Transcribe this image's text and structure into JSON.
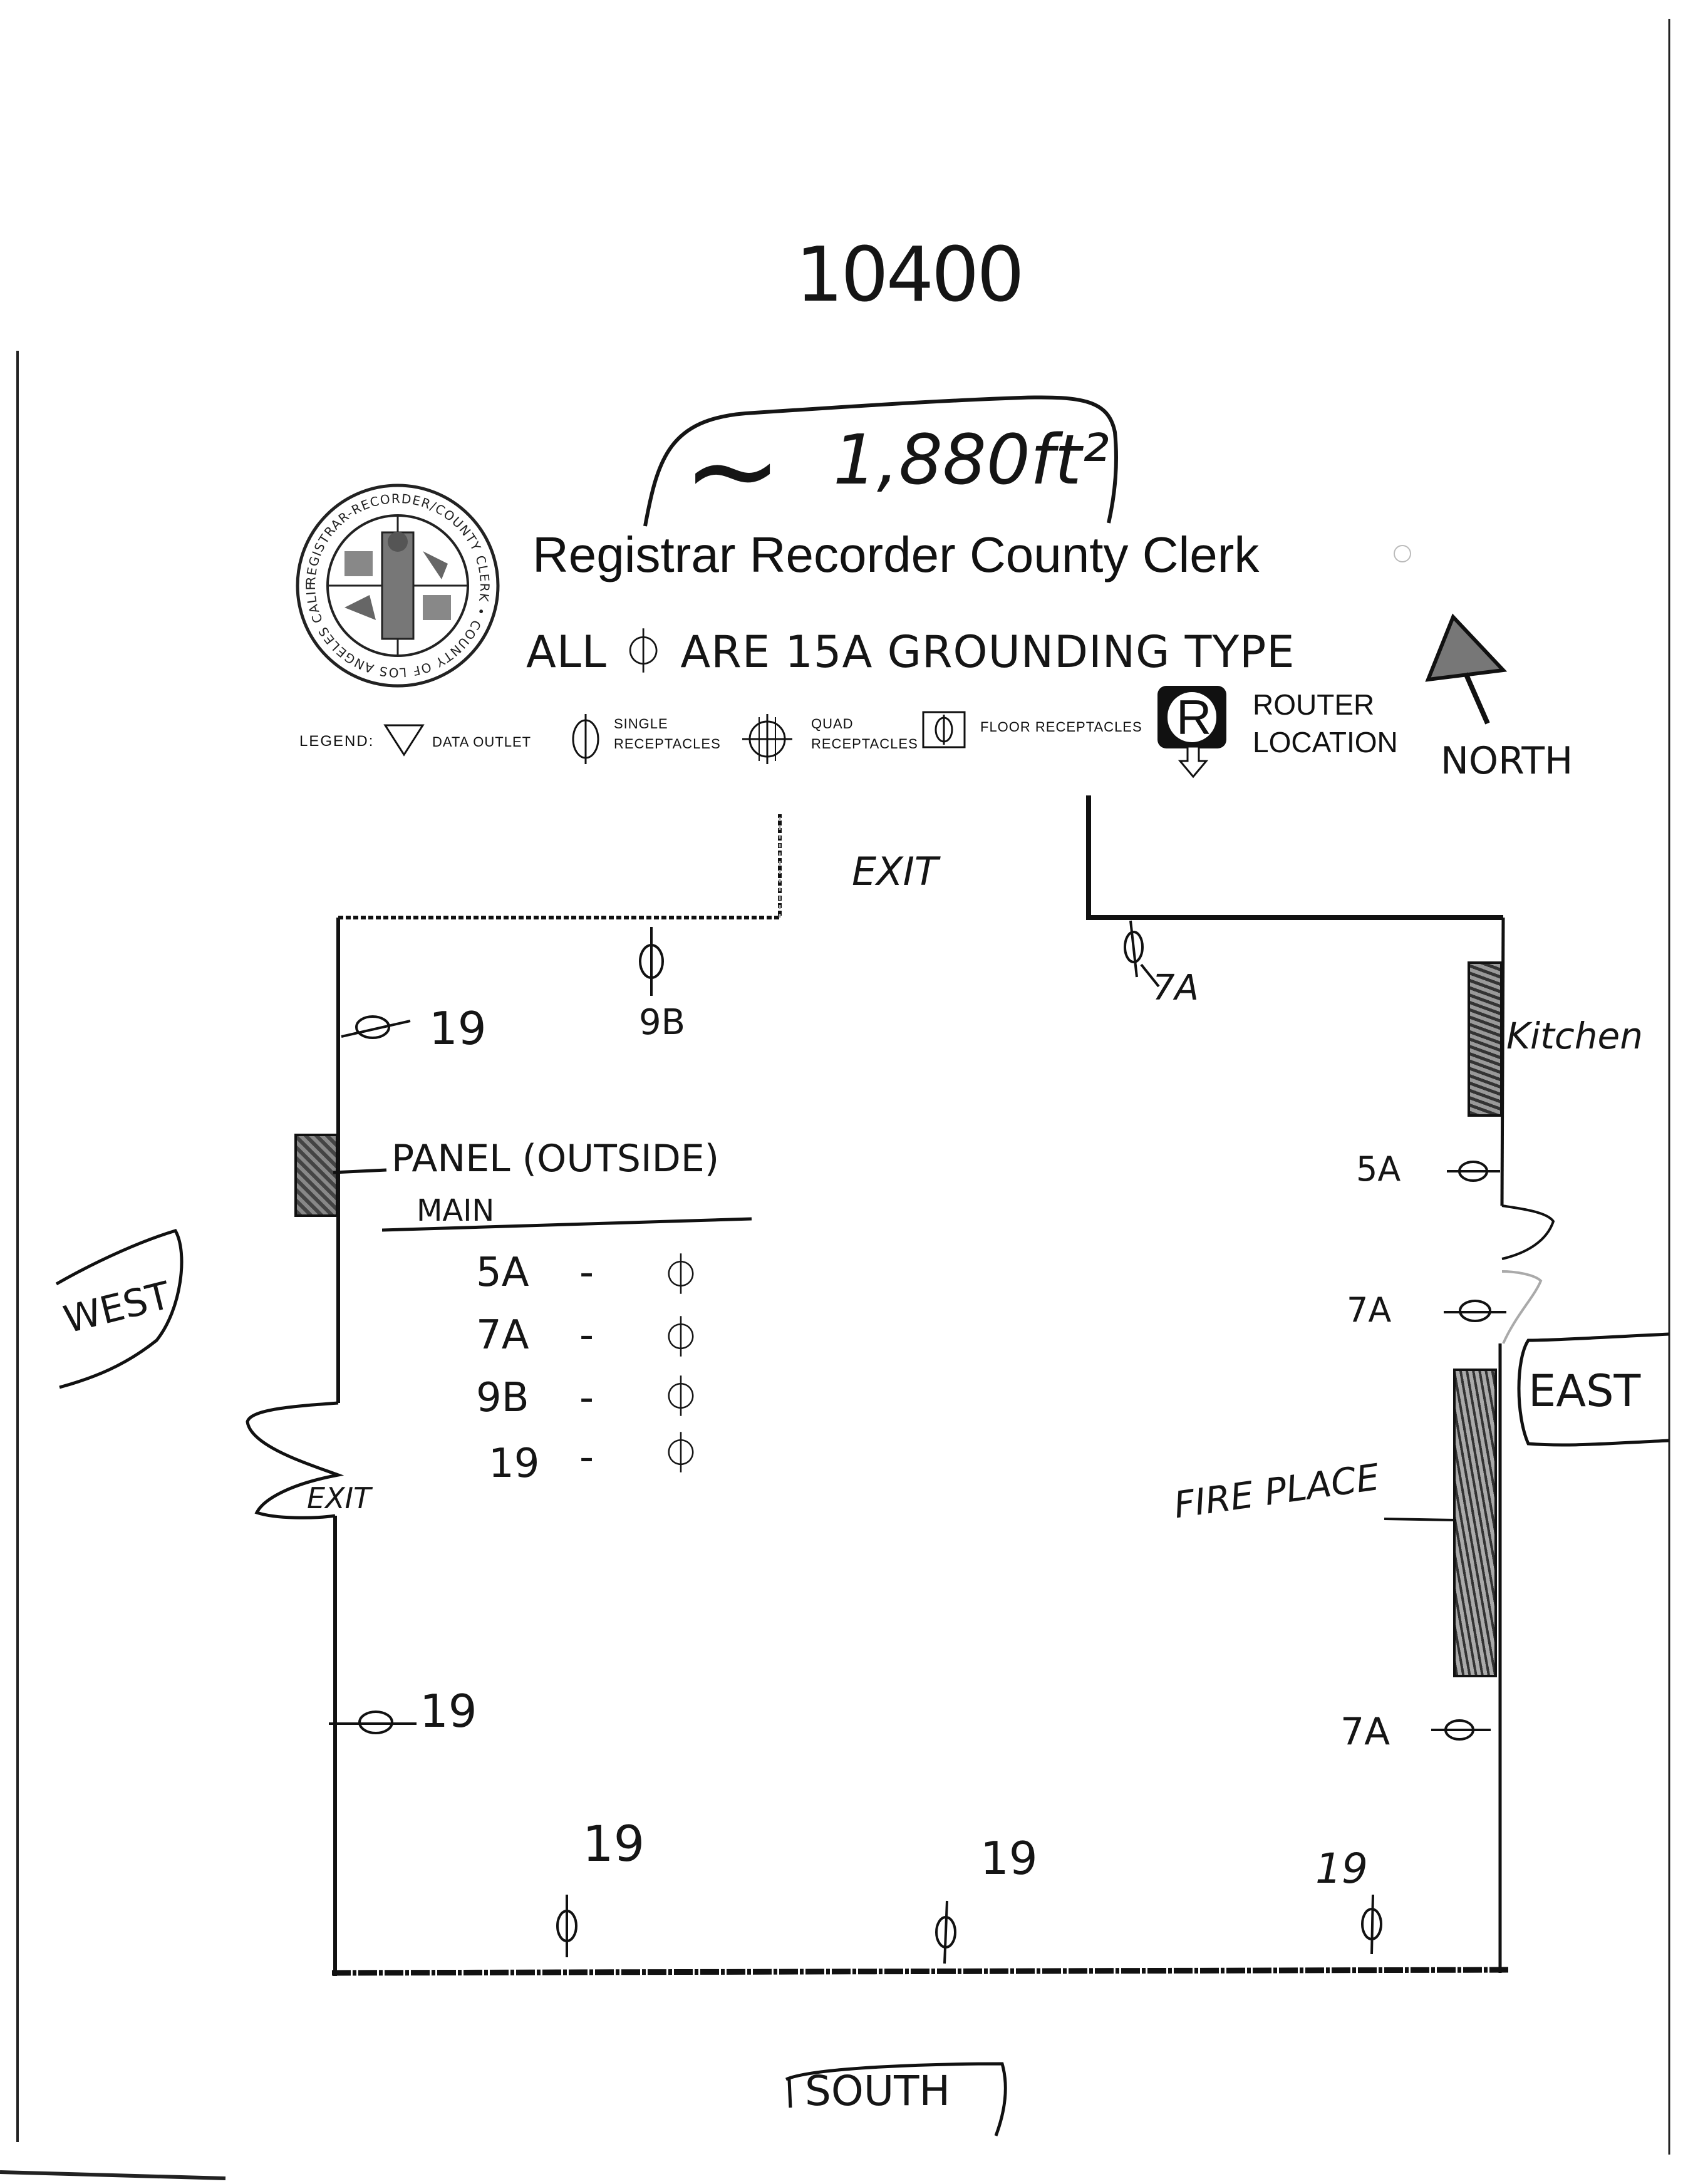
{
  "header": {
    "page_number": "10400",
    "area": "1,880ft²",
    "approx_symbol": "~",
    "org_title": "Registrar Recorder County Clerk",
    "note": "ALL ⏀ ARE 15A GROUNDING TYPE"
  },
  "seal": {
    "text": "REGISTRAR-RECORDER/COUNTY CLERK • COUNTY OF LOS ANGELES CALIFORNIA"
  },
  "legend": {
    "label": "LEGEND:",
    "items": [
      {
        "icon": "data-outlet-icon",
        "text": "DATA OUTLET"
      },
      {
        "icon": "single-receptacle-icon",
        "text": "SINGLE RECEPTACLES"
      },
      {
        "icon": "quad-receptacle-icon",
        "text": "QUAD RECEPTACLES"
      },
      {
        "icon": "floor-receptacle-icon",
        "text": "FLOOR RECEPTACLES"
      }
    ],
    "router_letter": "R",
    "router_line1": "ROUTER",
    "router_line2": "LOCATION"
  },
  "compass": {
    "north": "NORTH",
    "south": "SOUTH",
    "west": "WEST",
    "east": "EAST"
  },
  "floorplan": {
    "exit_north": "EXIT",
    "exit_west": "EXIT",
    "kitchen": "Kitchen",
    "fireplace": "FIRE PLACE",
    "panel": "PANEL (OUTSIDE)",
    "panel_main": "MAIN",
    "panel_schedule": [
      {
        "circuit": "5A",
        "dash": "-",
        "symbol": "⏀"
      },
      {
        "circuit": "7A",
        "dash": "-",
        "symbol": "⏀"
      },
      {
        "circuit": "9B",
        "dash": "-",
        "symbol": "⏀"
      },
      {
        "circuit": "19",
        "dash": "-",
        "symbol": "⏀"
      }
    ],
    "outlets": {
      "north_9b": "9B",
      "north_7a": "7A",
      "west_top_19": "19",
      "west_bottom_19": "19",
      "east_5a": "5A",
      "east_7a_mid": "7A",
      "east_7a_low": "7A",
      "south_19_left": "19",
      "south_19_mid": "19",
      "south_19_right": "19"
    }
  },
  "colors": {
    "ink": "#151515",
    "fill_hatch": "#555555"
  }
}
